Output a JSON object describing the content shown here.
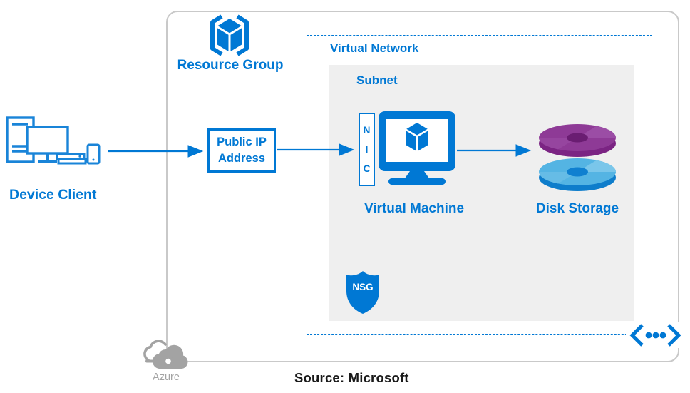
{
  "diagram": {
    "source_label": "Source: Microsoft",
    "azure_label": "Azure"
  },
  "nodes": {
    "device_client": {
      "label": "Device Client"
    },
    "resource_group": {
      "label": "Resource Group"
    },
    "virtual_network": {
      "label": "Virtual Network"
    },
    "subnet": {
      "label": "Subnet"
    },
    "public_ip": {
      "line1": "Public IP",
      "line2": "Address"
    },
    "nic": {
      "letters": [
        "N",
        "I",
        "C"
      ]
    },
    "virtual_machine": {
      "label": "Virtual Machine"
    },
    "disk_storage": {
      "label": "Disk Storage"
    },
    "nsg": {
      "label": "NSG"
    }
  },
  "connections": [
    {
      "from": "device_client",
      "to": "public_ip"
    },
    {
      "from": "public_ip",
      "to": "nic"
    },
    {
      "from": "virtual_machine",
      "to": "disk_storage"
    }
  ],
  "colors": {
    "azure_blue": "#0078D4",
    "device_outline": "#1984D8",
    "subnet_bg": "#EFEFEF",
    "container_border": "#C9C9C9",
    "disk_purple_top": "#8E3A96",
    "disk_purple_side": "#7B2483",
    "disk_blue_top": "#54B4E3",
    "disk_blue_side": "#0E7DCB",
    "gray_icon": "#A3A3A3",
    "source_text": "#1A1A1A"
  }
}
